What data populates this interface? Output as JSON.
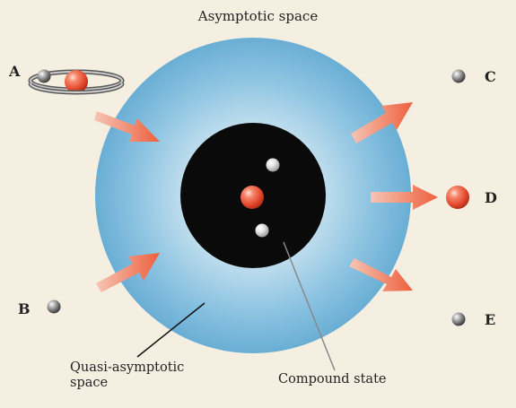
{
  "title": "Asymptotic space",
  "particles": {
    "A": "A",
    "B": "B",
    "C": "C",
    "D": "D",
    "E": "E"
  },
  "labels": {
    "quasi_line1": "Quasi-asymptotic",
    "quasi_line2": "space",
    "compound": "Compound state"
  },
  "colors": {
    "background": "#f4efe0",
    "sphere_outer": "#6fb0d6",
    "sphere_inner": "#f2f8fb",
    "core": "#0a0a0a",
    "arrow": "#ef6a4a",
    "proton": "#e8543a",
    "neutron": "#8a8a8a"
  }
}
